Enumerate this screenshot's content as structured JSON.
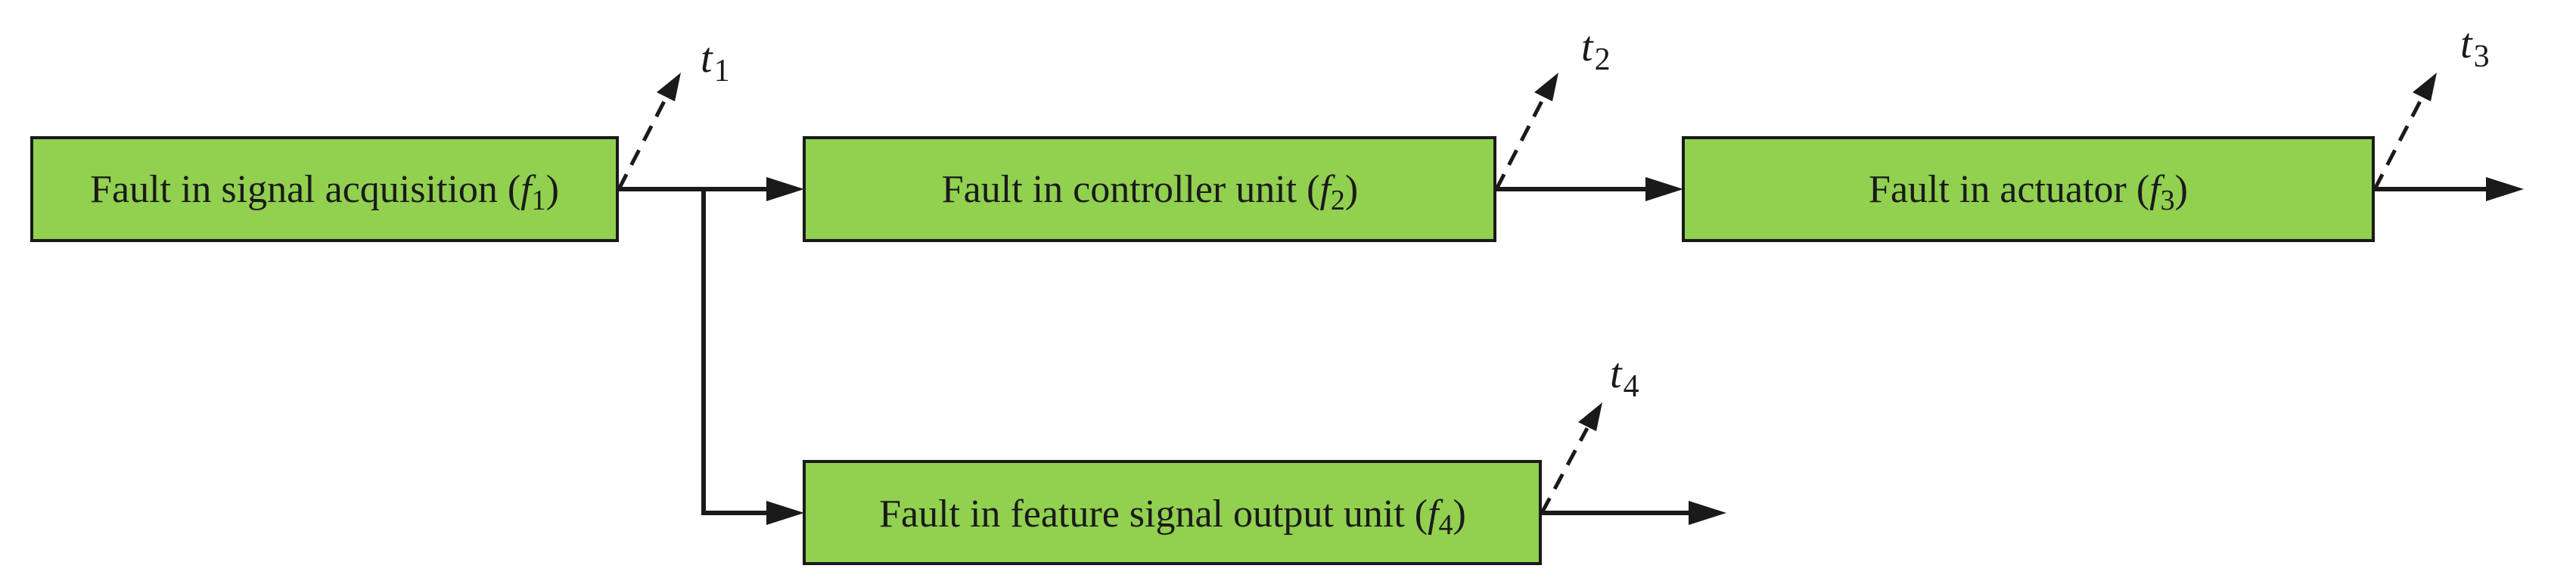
{
  "boxes": [
    {
      "id": "f1",
      "label": "Fault in signal acquisition (",
      "fault_var": "f",
      "fault_idx": "1",
      "close": ")"
    },
    {
      "id": "f2",
      "label": "Fault in controller unit (",
      "fault_var": "f",
      "fault_idx": "2",
      "close": ")"
    },
    {
      "id": "f3",
      "label": "Fault in actuator (",
      "fault_var": "f",
      "fault_idx": "3",
      "close": ")"
    },
    {
      "id": "f4",
      "label": "Fault in feature signal output unit (",
      "fault_var": "f",
      "fault_idx": "4",
      "close": ")"
    }
  ],
  "time_labels": [
    {
      "var": "t",
      "idx": "1"
    },
    {
      "var": "t",
      "idx": "2"
    },
    {
      "var": "t",
      "idx": "3"
    },
    {
      "var": "t",
      "idx": "4"
    }
  ],
  "colors": {
    "box_fill": "#92d050",
    "line": "#1a1a1a"
  }
}
